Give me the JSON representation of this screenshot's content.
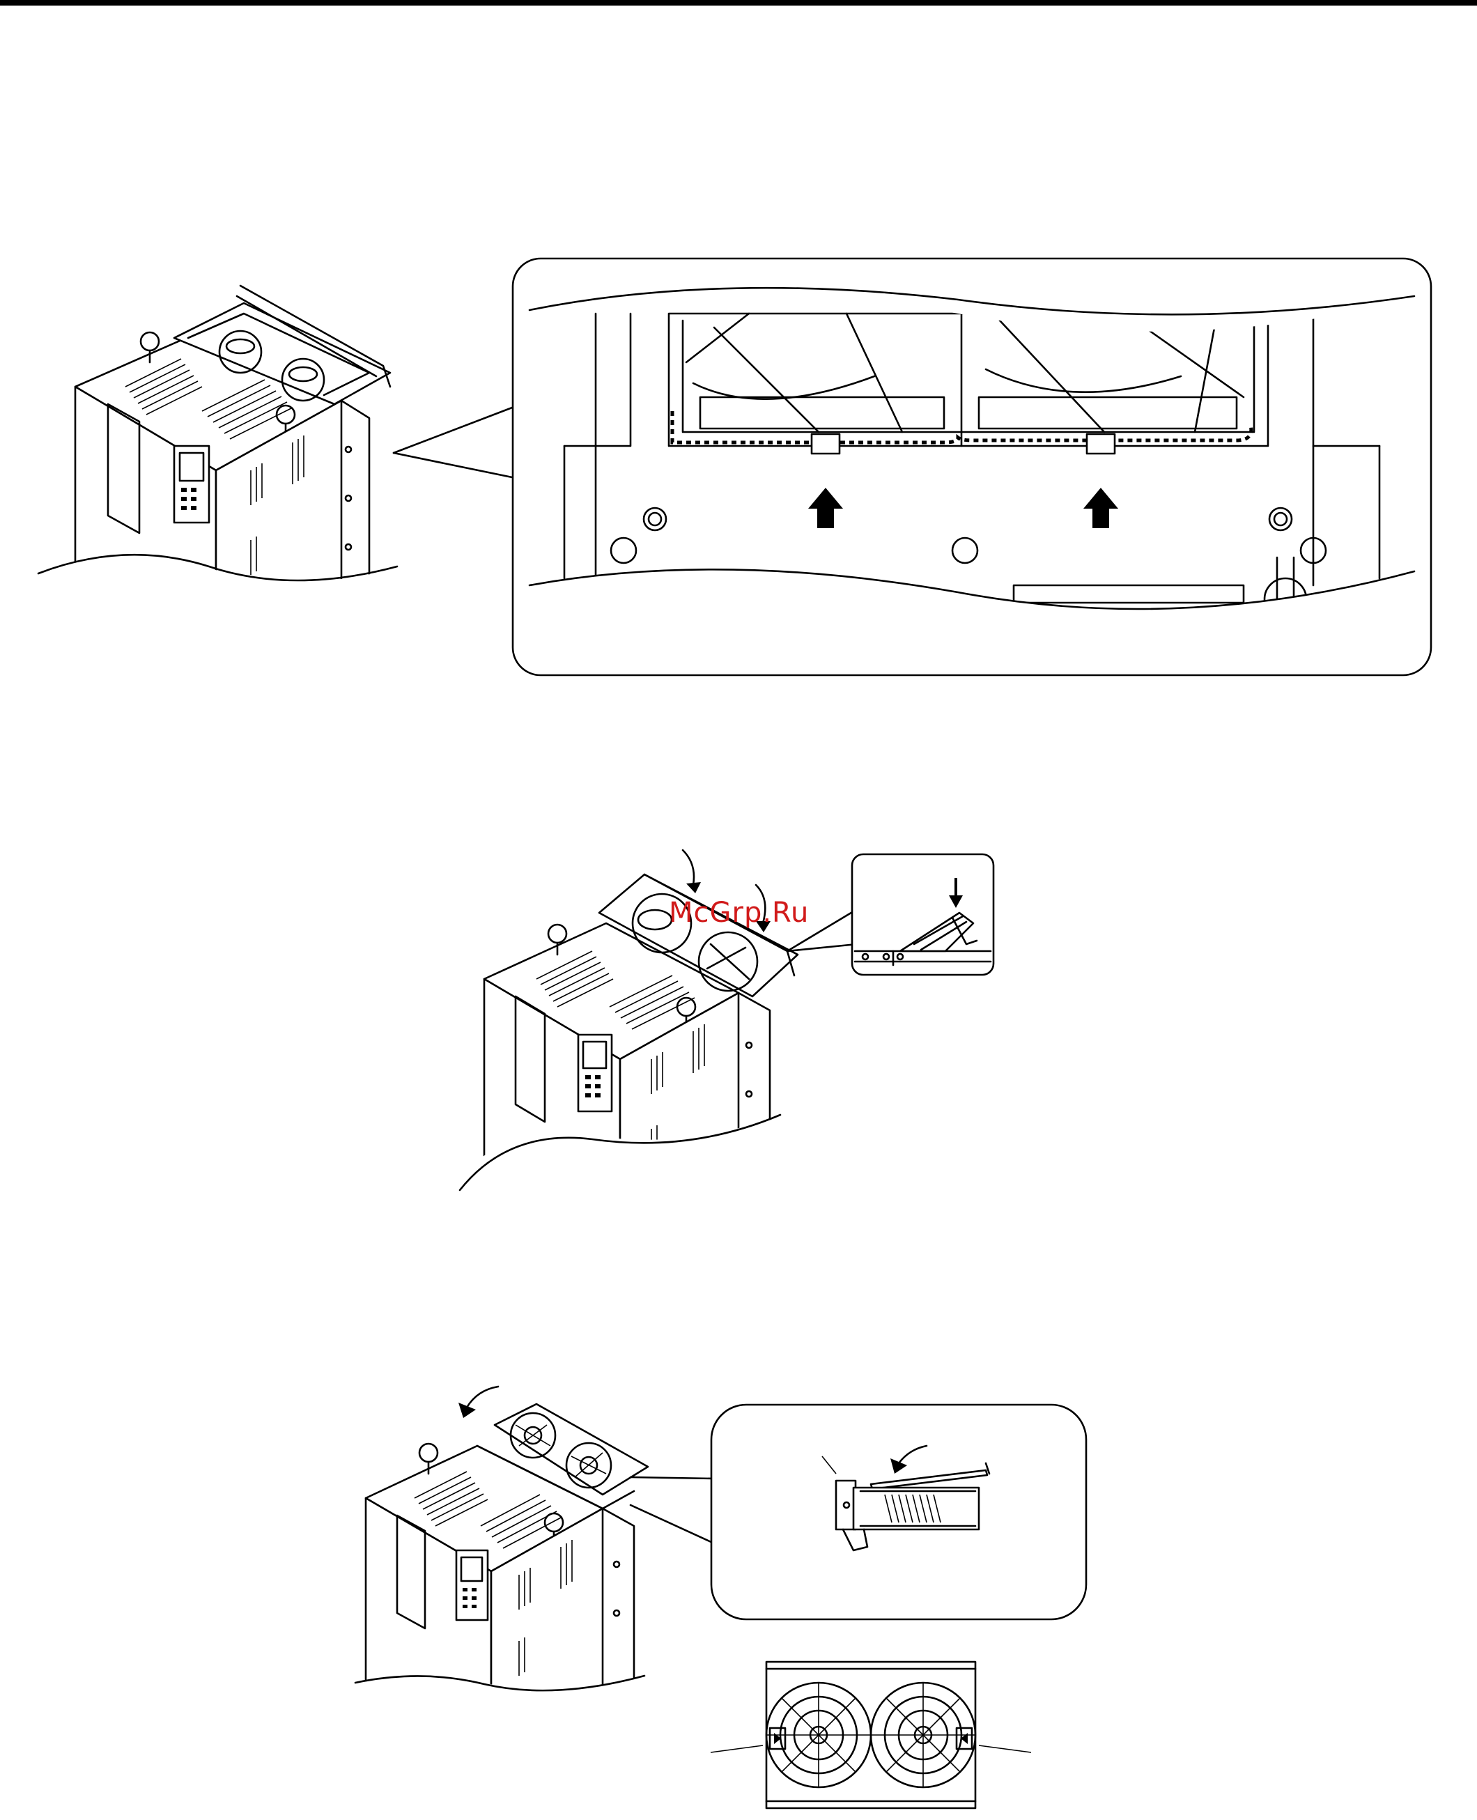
{
  "watermark": {
    "text": "McGrp.Ru"
  },
  "colors": {
    "line": "#000000",
    "background": "#ffffff",
    "watermark": "#d11a1a"
  },
  "figures": [
    {
      "id": "figure-1",
      "icons": [
        "drive-unit-icon",
        "fan-closeup-icon",
        "up-arrow-icon",
        "cable-path-icon"
      ]
    },
    {
      "id": "figure-2",
      "icons": [
        "drive-unit-icon",
        "curved-arrow-icon",
        "down-arrow-icon",
        "latch-closeup-icon"
      ]
    },
    {
      "id": "figure-3",
      "icons": [
        "drive-unit-icon",
        "curved-arrow-icon",
        "fan-guard-icon",
        "fan-cover-icon"
      ]
    }
  ]
}
